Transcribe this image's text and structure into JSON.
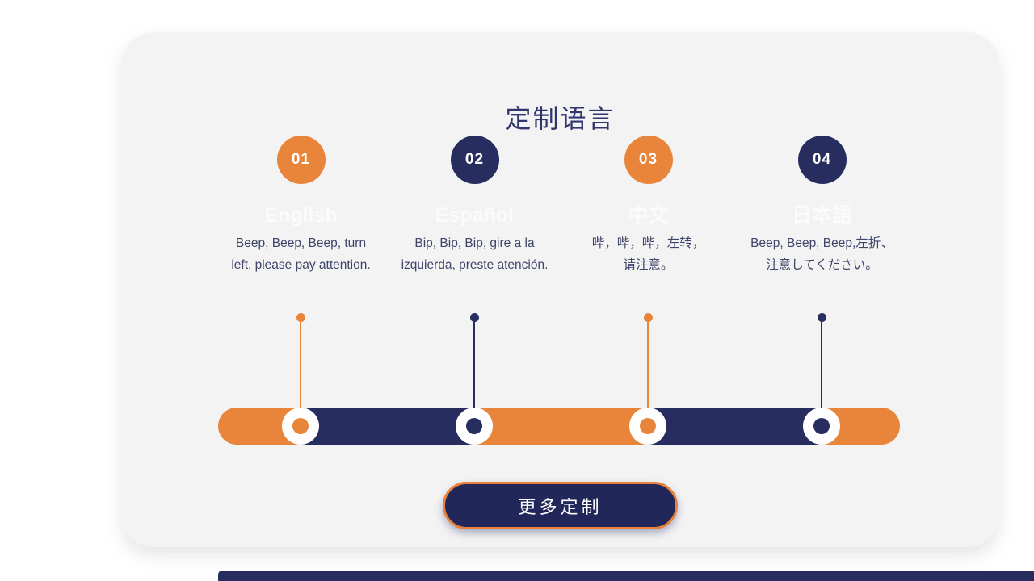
{
  "page": {
    "title": "定制语言",
    "button_label": "更多定制"
  },
  "colors": {
    "orange": "#E9853B",
    "navy": "#282D60",
    "navy_text": "#30356B",
    "desc_text": "#3F4469",
    "card_bg": "#F3F3F4",
    "faint_heading": "#FBFBFC",
    "button_bg": "#22275A",
    "button_border": "#E8803C"
  },
  "steps": [
    {
      "number": "01",
      "language": "English",
      "accent": "orange",
      "line1": "Beep, Beep, Beep, turn",
      "line2": "left, please pay attention."
    },
    {
      "number": "02",
      "language": "Español",
      "accent": "navy",
      "line1": "Bip, Bip, Bip, gire a la",
      "line2": "izquierda, preste atención."
    },
    {
      "number": "03",
      "language": "中文",
      "accent": "orange",
      "line1": "哔，哔，哔，左转，",
      "line2": "请注意。"
    },
    {
      "number": "04",
      "language": "日本語",
      "accent": "navy",
      "line1": "Beep, Beep, Beep,左折、",
      "line2": "注意してください。"
    }
  ]
}
